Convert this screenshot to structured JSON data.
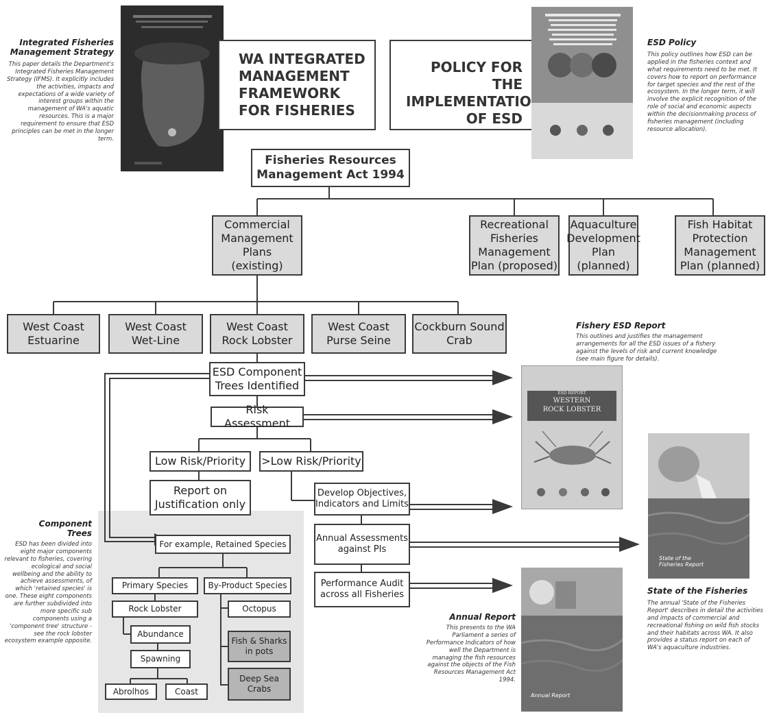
{
  "imf": {
    "title": "Integrated Fisheries Management Strategy",
    "text": "This paper details the Department's Integrated Fisheries Management Strategy (IFMS). It explicitly includes the activities, impacts and expectations of a wide variety of interest groups within the management of WA's aquatic resources. This is a major requirement to ensure that ESD principles can be met in the longer term."
  },
  "framework_box": {
    "line1": "WA INTEGRATED",
    "line2": "MANAGEMENT",
    "line3": "FRAMEWORK",
    "line4": "FOR FISHERIES"
  },
  "policy_box": {
    "line1": "POLICY FOR THE",
    "line2": "IMPLEMENTATION",
    "line3": "OF ESD"
  },
  "esd_policy": {
    "title": "ESD Policy",
    "text": "This policy outlines how ESD can be applied in the fisheries context and what requirements need to be met. It covers how to report on performance for target species and the rest of the ecosystem. In the longer term, it will involve the explicit recognition of the role of social and economic aspects within the decisionmaking process of fisheries management (including resource allocation)."
  },
  "act": "Fisheries Resources Management Act 1994",
  "plans": [
    {
      "id": "commercial",
      "lines": [
        "Commercial",
        "Management",
        "Plans",
        "(existing)"
      ]
    },
    {
      "id": "recreational",
      "lines": [
        "Recreational",
        "Fisheries",
        "Management",
        "Plan (proposed)"
      ]
    },
    {
      "id": "aquaculture",
      "lines": [
        "Aquaculture",
        "Development",
        "Plan",
        "(planned)"
      ]
    },
    {
      "id": "habitat",
      "lines": [
        "Fish Habitat",
        "Protection",
        "Management",
        "Plan (planned)"
      ]
    }
  ],
  "fisheries": [
    {
      "line1": "West Coast",
      "line2": "Estuarine"
    },
    {
      "line1": "West Coast",
      "line2": "Wet-Line"
    },
    {
      "line1": "West Coast",
      "line2": "Rock Lobster"
    },
    {
      "line1": "West Coast",
      "line2": "Purse Seine"
    },
    {
      "line1": "Cockburn Sound",
      "line2": "Crab"
    }
  ],
  "process": {
    "esd_trees": {
      "line1": "ESD Component",
      "line2": "Trees Identified"
    },
    "risk": "Risk Assessment",
    "low_risk": "Low Risk/Priority",
    "high_risk": ">Low Risk/Priority",
    "report_just": {
      "line1": "Report on",
      "line2": "Justification only"
    },
    "develop": {
      "line1": "Develop Objectives,",
      "line2": "Indicators and Limits"
    },
    "annual_assess": {
      "line1": "Annual Assessments",
      "line2": "against PIs"
    },
    "audit": {
      "line1": "Performance Audit",
      "line2": "across all Fisheries"
    }
  },
  "tree": {
    "example": "For example, Retained Species",
    "primary": "Primary Species",
    "byproduct": "By-Product Species",
    "rock_lobster": "Rock Lobster",
    "octopus": "Octopus",
    "abundance": "Abundance",
    "fish_sharks": {
      "line1": "Fish & Sharks",
      "line2": "in pots"
    },
    "spawning": "Spawning",
    "deep_sea": {
      "line1": "Deep Sea",
      "line2": "Crabs"
    },
    "abrolhos": "Abrolhos",
    "coast": "Coast"
  },
  "component_trees": {
    "title1": "Component",
    "title2": "Trees",
    "text": "ESD has been divided into eight major components relevant to fisheries, covering ecological and social wellbeing and the ability to achieve assessments, of which 'retained species' is one. These eight components are further subdivided into more specific sub components using a 'component tree' structure - see the rock lobster ecosystem example opposite."
  },
  "fishery_esd": {
    "title": "Fishery ESD Report",
    "text": "This outlines and justifies the management arrangements for all the ESD issues of a fishery against the levels of risk and current knowledge (see main figure for details)."
  },
  "lobster_cover": {
    "line1": "ESD REPORT",
    "line2": "WESTERN",
    "line3": "ROCK LOBSTER"
  },
  "state_fish": {
    "title": "State of the Fisheries",
    "text": "The annual 'State of the Fisheries Report' describes in detail the activities and impacts of commercial and recreational fishing on wild fish stocks and their habitats across WA. It also provides a status report on each of WA's aquaculture industries.",
    "cover_caption1": "State of the",
    "cover_caption2": "Fisheries Report"
  },
  "annual_report": {
    "title": "Annual Report",
    "text": "This presents to the WA Parliament a series of Performance Indicators of how well the Department is managing the fish resources against the objects of the Fish Resources Management Act 1994.",
    "cover_caption": "Annual Report"
  },
  "colors": {
    "box_grey": "#dadada",
    "box_dark": "#b5b5b5",
    "line": "#3a3a3a",
    "panel": "#e6e6e6"
  }
}
